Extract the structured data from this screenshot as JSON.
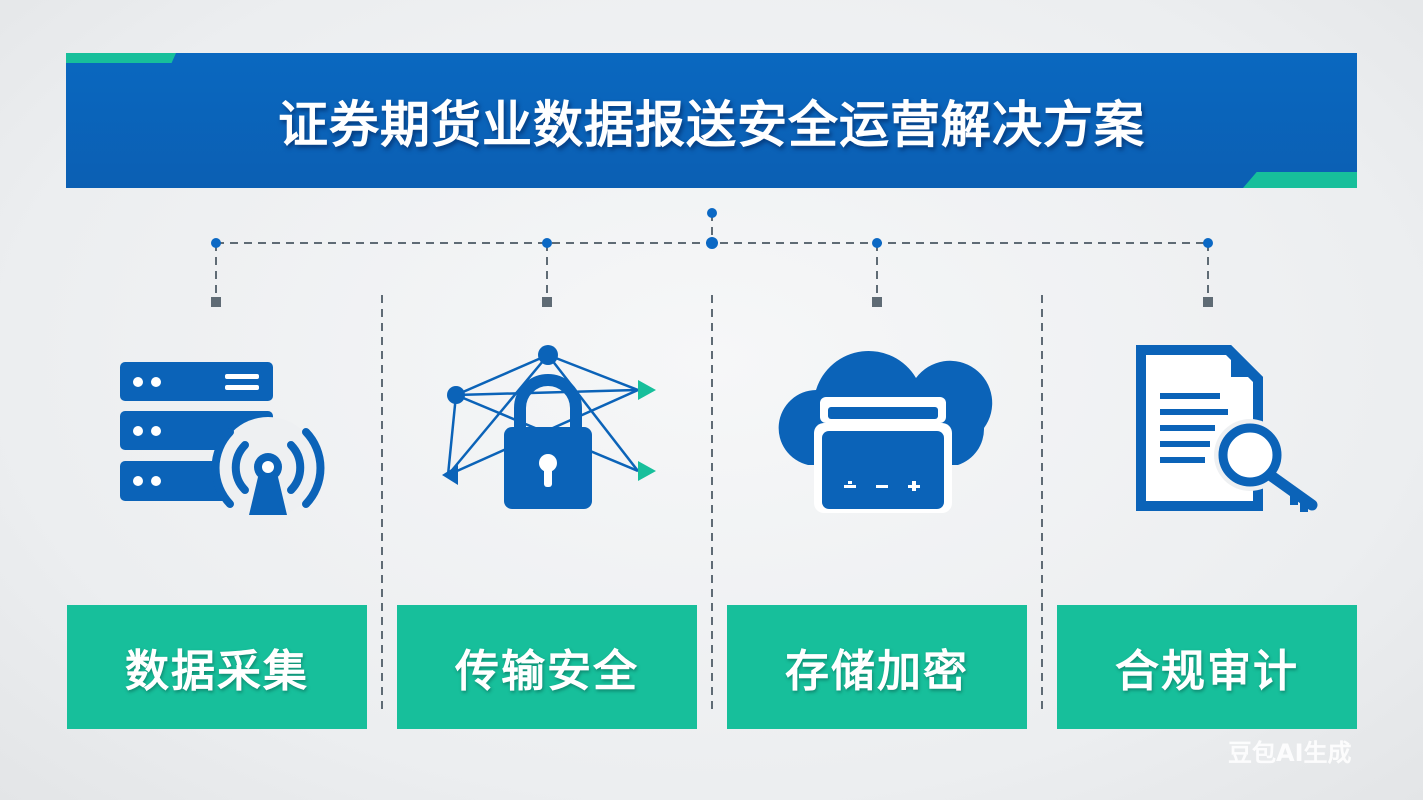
{
  "title": "证券期货业数据报送安全运营解决方案",
  "pillars": [
    {
      "label": "数据采集",
      "icon": "server-antenna-icon"
    },
    {
      "label": "传输安全",
      "icon": "lock-network-icon"
    },
    {
      "label": "存储加密",
      "icon": "cloud-storage-icon"
    },
    {
      "label": "合规审计",
      "icon": "document-search-icon"
    }
  ],
  "watermark": "豆包AI生成",
  "colors": {
    "blue": "#0b63b8",
    "green": "#17bf9b",
    "dash": "#5f6b75"
  }
}
